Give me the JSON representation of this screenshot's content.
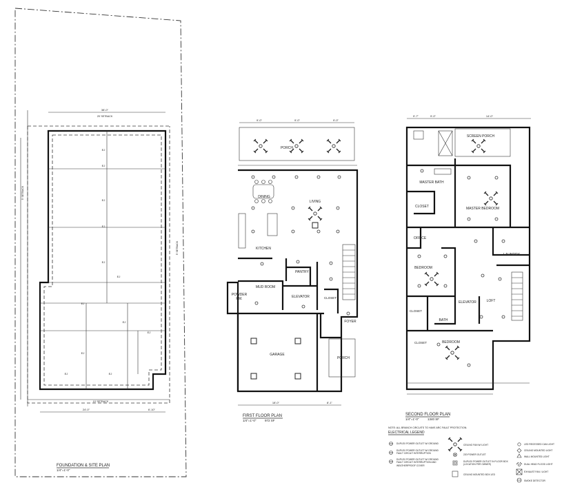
{
  "site_plan": {
    "title": "FOUNDATION & SITE PLAN",
    "scale": "1/4\"=1'-0\"",
    "top_setback": "25' SETBACK",
    "bottom_setback": "10' SETBACK",
    "left_setback": "5' SETBACK",
    "right_setback": "5' SETBACK",
    "dim_top": "38'-0\"",
    "dim_bottom_left": "24'-0\"",
    "dim_bottom_right": "6'-10\"",
    "beam_label": "EJ"
  },
  "first_floor": {
    "title": "FIRST FLOOR PLAN",
    "scale": "1/4\"=1'-0\"",
    "area": "972 SF",
    "rooms": {
      "porch_top": "PORCH",
      "dining": "DINING",
      "living": "LIVING",
      "kitchen": "KITCHEN",
      "pantry": "PANTRY",
      "mud_room": "MUD ROOM",
      "powder_line1": "POWDER",
      "powder_line2": "RM.",
      "elevator": "ELEVATOR",
      "closet": "CLOSET",
      "foyer": "FOYER",
      "garage": "GARAGE",
      "porch_bottom": "PORCH"
    },
    "dims": {
      "top_a": "9'-0\"",
      "top_b": "9'-0\"",
      "top_c": "9'-0\"",
      "bottom": "18'-0\"",
      "bottom_b": "8'-1\""
    }
  },
  "second_floor": {
    "title": "SECOND FLOOR PLAN",
    "scale": "1/4\"=1'-0\"",
    "area": "1340 SF",
    "rooms": {
      "screen_porch": "SCREEN PORCH",
      "master_bath": "MASTER BATH",
      "closet_a": "CLOSET",
      "master_bedroom": "MASTER BEDROOM",
      "office": "OFFICE",
      "laundry": "LAUNDRY",
      "bedroom_a": "BEDROOM",
      "elevator": "ELEVATOR",
      "loft": "LOFT",
      "closet_b": "CLOSET",
      "bath": "BATH",
      "closet_c": "CLOSET",
      "bedroom_b": "BEDROOM"
    },
    "dims": {
      "top_a": "9'-7\"",
      "top_b": "9'-0\"",
      "top_c": "14'-0\""
    }
  },
  "legend": {
    "note": "NOTE: ALL BRANCH CIRCUITS TO HAVE ARC FAULT PROTECTION.",
    "title": "ELECTRICAL LEGEND",
    "col1": [
      {
        "text": "DUPLEX POWER OUTLET W/ GROUND",
        "icon": "outlet-icon"
      },
      {
        "text": "DUPLEX POWER OUTLET W/ GROUND FAULT CIRCUIT INTERRUPTION",
        "icon": "gfci-outlet-icon"
      },
      {
        "text": "DUPLEX POWER OUTLET W/ GROUND FAULT CIRCUIT INTERRUPTION AND WEATHERPROOF COVER",
        "icon": "wp-outlet-icon"
      }
    ],
    "col2": [
      {
        "text": "CEILING FAN W/ LIGHT",
        "icon": "ceiling-fan-icon"
      },
      {
        "text": "220 POWER OUTLET",
        "icon": "220-outlet-icon"
      },
      {
        "text": "DUPLEX POWER OUTLET IN FLOOR BOX (LOCATION PER OWNER)",
        "icon": "floor-outlet-icon"
      },
      {
        "text": "CEILING MOUNTED BOX LED",
        "icon": "box-led-icon"
      }
    ],
    "col3": [
      {
        "text": "LED RECESSED CAN LIGHT",
        "icon": "can-light-icon"
      },
      {
        "text": "CEILING MOUNTED LIGHT",
        "icon": "ceiling-light-icon"
      },
      {
        "text": "WALL MOUNTED LIGHT",
        "icon": "wall-light-icon"
      },
      {
        "text": "DUAL HEAD FLOOD LIGHT",
        "icon": "flood-light-icon"
      },
      {
        "text": "EXHAUST FAN / LIGHT",
        "icon": "exhaust-fan-icon"
      },
      {
        "text": "SMOKE DETECTOR",
        "icon": "smoke-detector-icon"
      }
    ]
  }
}
